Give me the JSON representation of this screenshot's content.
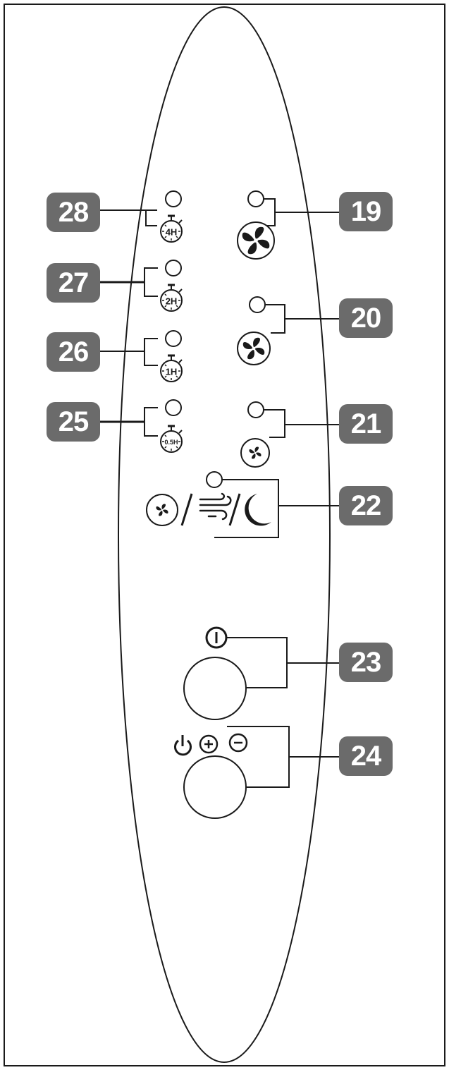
{
  "callouts": {
    "c19": "19",
    "c20": "20",
    "c21": "21",
    "c22": "22",
    "c23": "23",
    "c24": "24",
    "c25": "25",
    "c26": "26",
    "c27": "27",
    "c28": "28"
  },
  "timers": {
    "t4": "4H",
    "t2": "2H",
    "t1": "1H",
    "t05": "0.5H"
  },
  "colors": {
    "badge": "#6b6b6b",
    "line": "#1a1a1a",
    "background": "#ffffff"
  },
  "icons": {
    "fan": "fan-icon",
    "timer": "stopwatch-icon",
    "wind": "natural-wind-icon",
    "moon": "sleep-moon-icon",
    "power_on": "power-on-icon",
    "standby": "standby-icon",
    "plus": "plus-icon",
    "minus": "minus-icon"
  }
}
